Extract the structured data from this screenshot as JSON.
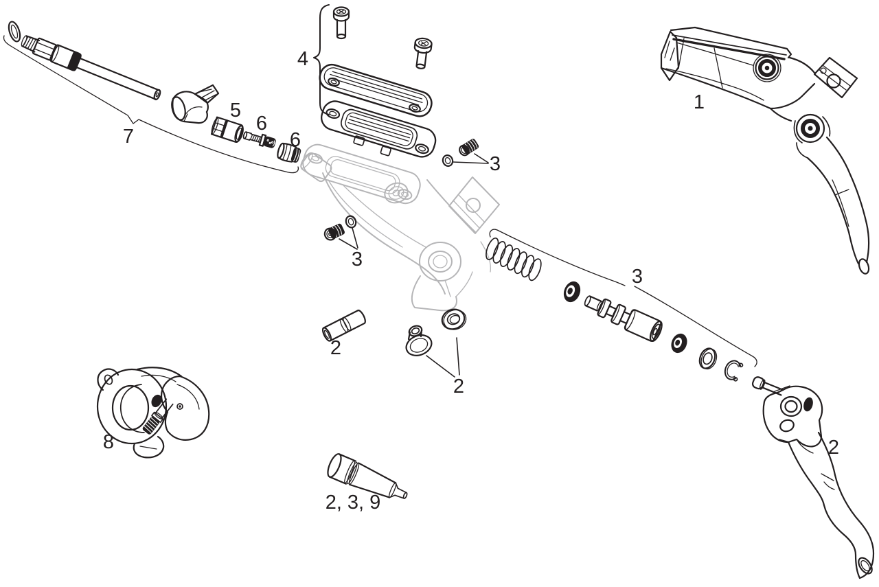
{
  "diagram": {
    "kind": "exploded-parts-diagram",
    "subject": "hydraulic-brake-lever",
    "background_color": "#ffffff",
    "colors": {
      "ink": "#231f20",
      "ghost": "#b5b5b7",
      "label": "#231f20"
    },
    "callouts": {
      "lever_assembly": "1",
      "pivot_pin": "2",
      "pivot_bushings": "2",
      "lever_blade": "2",
      "bleed_screw_upper": "3",
      "bleed_screw_lower": "3",
      "piston_kit": "3",
      "reservoir_cover_kit": "4",
      "compression_nut": "5",
      "compression_screw": "6",
      "hose_olive": "6",
      "hose_assembly": "7",
      "handlebar_clamp": "8",
      "pad_spacer_tool": "2, 3, 9"
    }
  }
}
